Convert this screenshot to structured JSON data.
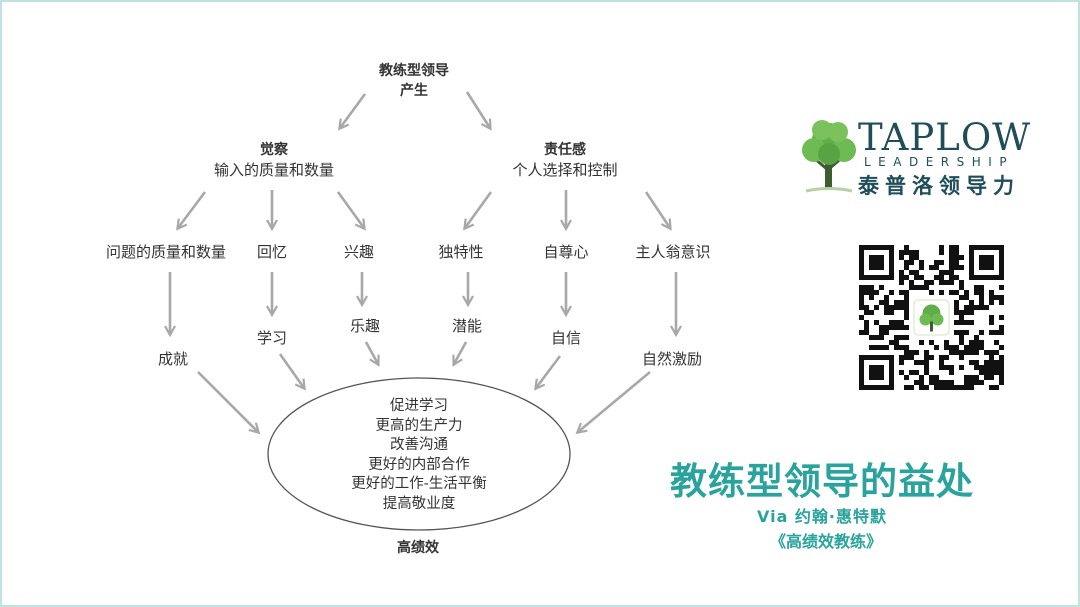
{
  "colors": {
    "arrow": "#a8a8a8",
    "text": "#333333",
    "accent": "#29a39c",
    "logo": "#1f4d5a",
    "border": "#bfe3df"
  },
  "diagram": {
    "top": {
      "title": "教练型领导",
      "sub": "产生"
    },
    "awareness": {
      "title": "觉察",
      "sub": "输入的质量和数量"
    },
    "responsibility": {
      "title": "责任感",
      "sub": "个人选择和控制"
    },
    "level2": [
      "问题的质量和数量",
      "回忆",
      "兴趣",
      "独特性",
      "自尊心",
      "主人翁意识"
    ],
    "level3": [
      "成就",
      "学习",
      "乐趣",
      "潜能",
      "自信",
      "自然激励"
    ],
    "benefits": [
      "促进学习",
      "更高的生产力",
      "改善沟通",
      "更好的内部合作",
      "更好的工作-生活平衡",
      "提高敬业度"
    ],
    "outcome": "高绩效"
  },
  "logo": {
    "name": "TAPLOW",
    "sub": "LEADERSHIP",
    "cn": "泰普洛领导力",
    "icon": "tree-icon"
  },
  "qr": {
    "icon": "qr-code-icon"
  },
  "title": "教练型领导的益处",
  "credit": {
    "via": "Via 约翰·惠特默",
    "book": "《高绩效教练》"
  }
}
